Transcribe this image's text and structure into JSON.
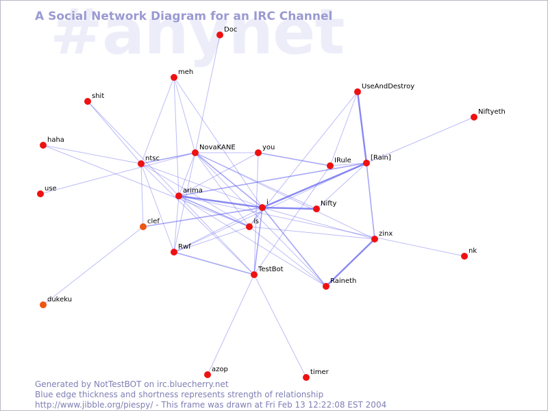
{
  "watermark": "#anynet",
  "title": "A Social Network Diagram for an IRC Channel",
  "footer": {
    "line1": "Generated by NotTestBOT on irc.bluecherry.net",
    "line2": "Blue edge thickness and shortness represents strength of relationship",
    "line3": "http://www.jibble.org/piespy/ - This frame was drawn at Fri Feb 13 12:22:08 EST 2004"
  },
  "colors": {
    "node": "#ee1111",
    "node_alt": "#ee5511",
    "edge": "#6a6af0",
    "watermark": "#ededfa",
    "title": "#9a9ad2",
    "footer": "#7e7eb4"
  },
  "nodes": [
    {
      "id": "Doc",
      "label": "Doc"
    },
    {
      "id": "meh",
      "label": "meh"
    },
    {
      "id": "shit",
      "label": "shit"
    },
    {
      "id": "haha",
      "label": "haha"
    },
    {
      "id": "ntsc",
      "label": "ntsc"
    },
    {
      "id": "NovaKANE",
      "label": "NovaKANE"
    },
    {
      "id": "you",
      "label": "you"
    },
    {
      "id": "UseAndDestroy",
      "label": "UseAndDestroy"
    },
    {
      "id": "Niftyeth",
      "label": "Niftyeth"
    },
    {
      "id": "IRule",
      "label": "IRule"
    },
    {
      "id": "Rain",
      "label": "[Rain]"
    },
    {
      "id": "use",
      "label": "use"
    },
    {
      "id": "arima",
      "label": "arima"
    },
    {
      "id": "i",
      "label": "i"
    },
    {
      "id": "Nifty",
      "label": "Nifty"
    },
    {
      "id": "clef",
      "label": "clef",
      "color": "alt"
    },
    {
      "id": "is",
      "label": "is"
    },
    {
      "id": "zinx",
      "label": "zinx"
    },
    {
      "id": "Rwf",
      "label": "Rwf"
    },
    {
      "id": "nk",
      "label": "nk"
    },
    {
      "id": "TestBot",
      "label": "TestBot"
    },
    {
      "id": "Raineth",
      "label": "Raineth"
    },
    {
      "id": "dukeku",
      "label": "dukeku",
      "color": "alt"
    },
    {
      "id": "azop",
      "label": "azop"
    },
    {
      "id": "timer",
      "label": "timer"
    }
  ],
  "edges": [
    {
      "from": "Doc",
      "to": "NovaKANE",
      "weight": 1
    },
    {
      "from": "meh",
      "to": "NovaKANE",
      "weight": 1
    },
    {
      "from": "meh",
      "to": "ntsc",
      "weight": 1
    },
    {
      "from": "meh",
      "to": "i",
      "weight": 1
    },
    {
      "from": "meh",
      "to": "arima",
      "weight": 1
    },
    {
      "from": "shit",
      "to": "ntsc",
      "weight": 1
    },
    {
      "from": "shit",
      "to": "arima",
      "weight": 1
    },
    {
      "from": "haha",
      "to": "ntsc",
      "weight": 1
    },
    {
      "from": "haha",
      "to": "is",
      "weight": 1
    },
    {
      "from": "use",
      "to": "NovaKANE",
      "weight": 1
    },
    {
      "from": "ntsc",
      "to": "NovaKANE",
      "weight": 2
    },
    {
      "from": "ntsc",
      "to": "i",
      "weight": 1
    },
    {
      "from": "ntsc",
      "to": "is",
      "weight": 1
    },
    {
      "from": "ntsc",
      "to": "Rwf",
      "weight": 1
    },
    {
      "from": "ntsc",
      "to": "TestBot",
      "weight": 1
    },
    {
      "from": "ntsc",
      "to": "clef",
      "weight": 1
    },
    {
      "from": "NovaKANE",
      "to": "you",
      "weight": 1
    },
    {
      "from": "NovaKANE",
      "to": "arima",
      "weight": 1
    },
    {
      "from": "NovaKANE",
      "to": "i",
      "weight": 2
    },
    {
      "from": "NovaKANE",
      "to": "is",
      "weight": 1
    },
    {
      "from": "NovaKANE",
      "to": "Rwf",
      "weight": 1
    },
    {
      "from": "NovaKANE",
      "to": "Nifty",
      "weight": 1
    },
    {
      "from": "NovaKANE",
      "to": "Raineth",
      "weight": 1
    },
    {
      "from": "NovaKANE",
      "to": "zinx",
      "weight": 1
    },
    {
      "from": "you",
      "to": "IRule",
      "weight": 2
    },
    {
      "from": "you",
      "to": "arima",
      "weight": 1
    },
    {
      "from": "you",
      "to": "TestBot",
      "weight": 1
    },
    {
      "from": "UseAndDestroy",
      "to": "Rain",
      "weight": 3
    },
    {
      "from": "UseAndDestroy",
      "to": "IRule",
      "weight": 1
    },
    {
      "from": "UseAndDestroy",
      "to": "is",
      "weight": 1
    },
    {
      "from": "Niftyeth",
      "to": "Rain",
      "weight": 1
    },
    {
      "from": "IRule",
      "to": "Rain",
      "weight": 1
    },
    {
      "from": "IRule",
      "to": "TestBot",
      "weight": 1
    },
    {
      "from": "Rain",
      "to": "i",
      "weight": 3
    },
    {
      "from": "Rain",
      "to": "arima",
      "weight": 2
    },
    {
      "from": "Rain",
      "to": "zinx",
      "weight": 2
    },
    {
      "from": "Rain",
      "to": "Nifty",
      "weight": 1
    },
    {
      "from": "Rain",
      "to": "Rwf",
      "weight": 1
    },
    {
      "from": "arima",
      "to": "i",
      "weight": 3
    },
    {
      "from": "arima",
      "to": "is",
      "weight": 2
    },
    {
      "from": "arima",
      "to": "Rwf",
      "weight": 1
    },
    {
      "from": "arima",
      "to": "TestBot",
      "weight": 1
    },
    {
      "from": "arima",
      "to": "nk",
      "weight": 1
    },
    {
      "from": "arima",
      "to": "Raineth",
      "weight": 1
    },
    {
      "from": "i",
      "to": "Nifty",
      "weight": 3
    },
    {
      "from": "i",
      "to": "is",
      "weight": 1
    },
    {
      "from": "i",
      "to": "TestBot",
      "weight": 2
    },
    {
      "from": "i",
      "to": "Raineth",
      "weight": 2
    },
    {
      "from": "i",
      "to": "Rwf",
      "weight": 1
    },
    {
      "from": "i",
      "to": "clef",
      "weight": 2
    },
    {
      "from": "i",
      "to": "zinx",
      "weight": 1
    },
    {
      "from": "is",
      "to": "Rwf",
      "weight": 1
    },
    {
      "from": "is",
      "to": "zinx",
      "weight": 1
    },
    {
      "from": "is",
      "to": "Raineth",
      "weight": 1
    },
    {
      "from": "Rwf",
      "to": "TestBot",
      "weight": 2
    },
    {
      "from": "zinx",
      "to": "Raineth",
      "weight": 3
    },
    {
      "from": "TestBot",
      "to": "azop",
      "weight": 1
    },
    {
      "from": "TestBot",
      "to": "timer",
      "weight": 1
    },
    {
      "from": "clef",
      "to": "dukeku",
      "weight": 1
    }
  ]
}
